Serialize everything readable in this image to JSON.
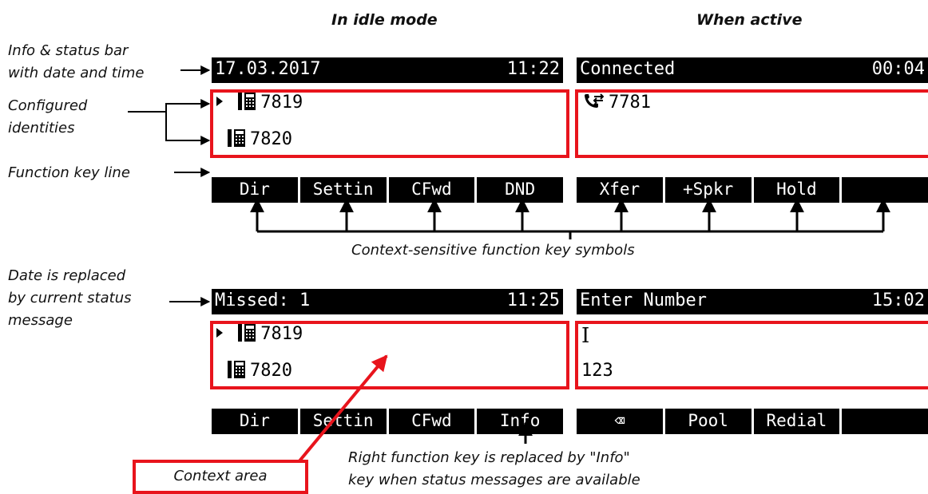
{
  "headings": {
    "idle": "In idle mode",
    "active": "When active"
  },
  "labels": {
    "info_bar": [
      "Info & status bar",
      "with date and time"
    ],
    "identities": [
      "Configured",
      "identities"
    ],
    "function_line": "Function key line",
    "date_replaced": [
      "Date is replaced",
      "by current status",
      "message"
    ],
    "context_sensitive": "Context-sensitive function key symbols",
    "context_area": "Context area",
    "info_key": [
      "Right function key is replaced by \"Info\"",
      "key when status messages are available"
    ]
  },
  "screens": {
    "idle": {
      "status_left": "17.03.2017",
      "status_right": "11:22",
      "lines": [
        "7819",
        "7820"
      ],
      "keys": [
        "Dir",
        "Settin",
        "CFwd",
        "DND"
      ]
    },
    "active": {
      "status_left": "Connected",
      "status_right": "00:04",
      "line": "7781",
      "keys": [
        "Xfer",
        "+Spkr",
        "Hold",
        ""
      ]
    },
    "missed": {
      "status_left": "Missed: 1",
      "status_right": "11:25",
      "lines": [
        "7819",
        "7820"
      ],
      "keys": [
        "Dir",
        "Settin",
        "CFwd",
        "Info"
      ]
    },
    "enter": {
      "status_left": "Enter Number",
      "status_right": "15:02",
      "cursor": "I",
      "mode": "123",
      "keys": [
        "⌫",
        "Pool",
        "Redial",
        ""
      ]
    }
  },
  "colors": {
    "highlight": "#e8141c",
    "display": "#000000"
  }
}
